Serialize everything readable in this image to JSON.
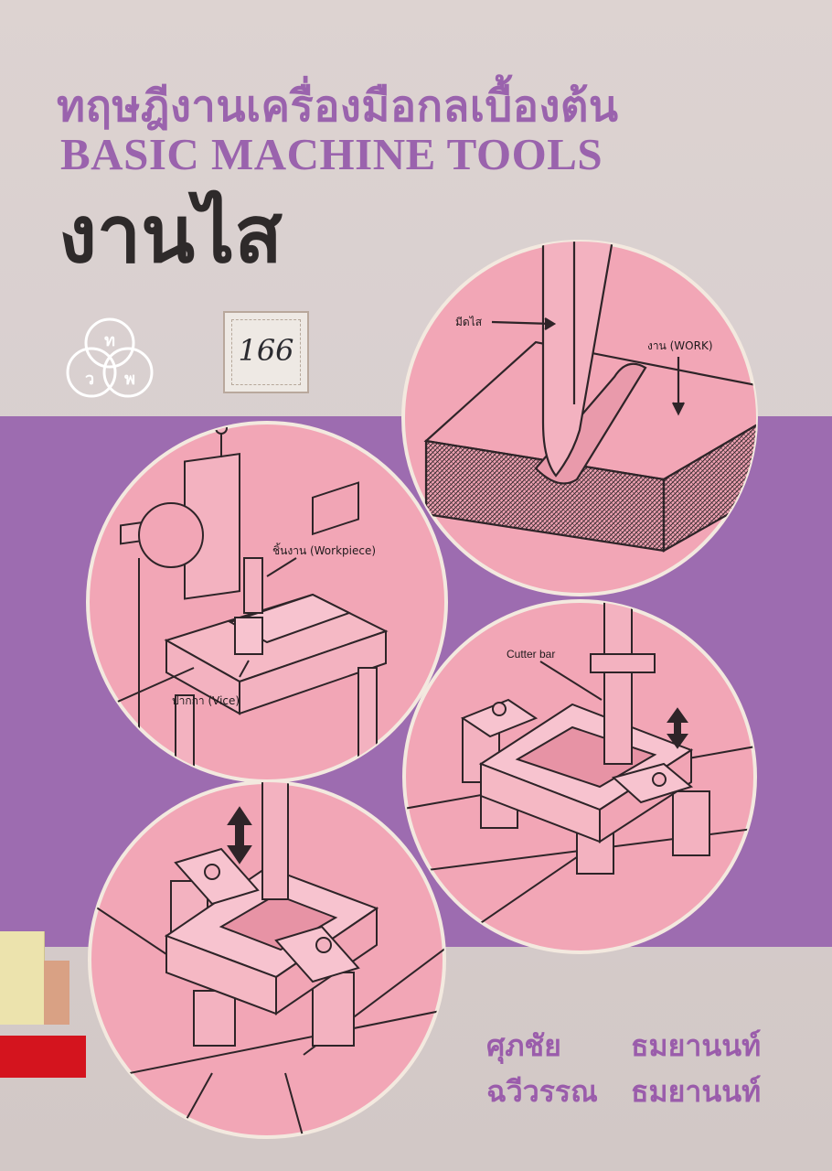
{
  "cover": {
    "title_thai": "ทฤษฎีงานเครื่องมือกลเบื้องต้น",
    "title_en": "BASIC MACHINE TOOLS",
    "subject": "งานไส",
    "logo_letters": [
      "ท",
      "ว",
      "พ"
    ],
    "label_number": "166"
  },
  "illustrations": {
    "tool_diagram": {
      "tool_label": "มีดไส",
      "work_label": "งาน (WORK)"
    },
    "vice_diagram": {
      "workpiece_label": "ชิ้นงาน (Workpiece)",
      "vice_label": "ปากกา (Vice)"
    },
    "cutter_diagram": {
      "cutter_label": "Cutter bar"
    },
    "clamp_diagram": {}
  },
  "authors": [
    {
      "first": "ศุภชัย",
      "last": "ธมยานนท์"
    },
    {
      "first": "ฉวีวรรณ",
      "last": "ธมยานนท์"
    }
  ],
  "colors": {
    "purple_band": "#9d6cb0",
    "title_purple": "#9a63ad",
    "circle_pink": "#f2a6b6",
    "paper": "#d8cfcf",
    "spine_yellow": "#ece3ad",
    "spine_red": "#d4141e"
  }
}
